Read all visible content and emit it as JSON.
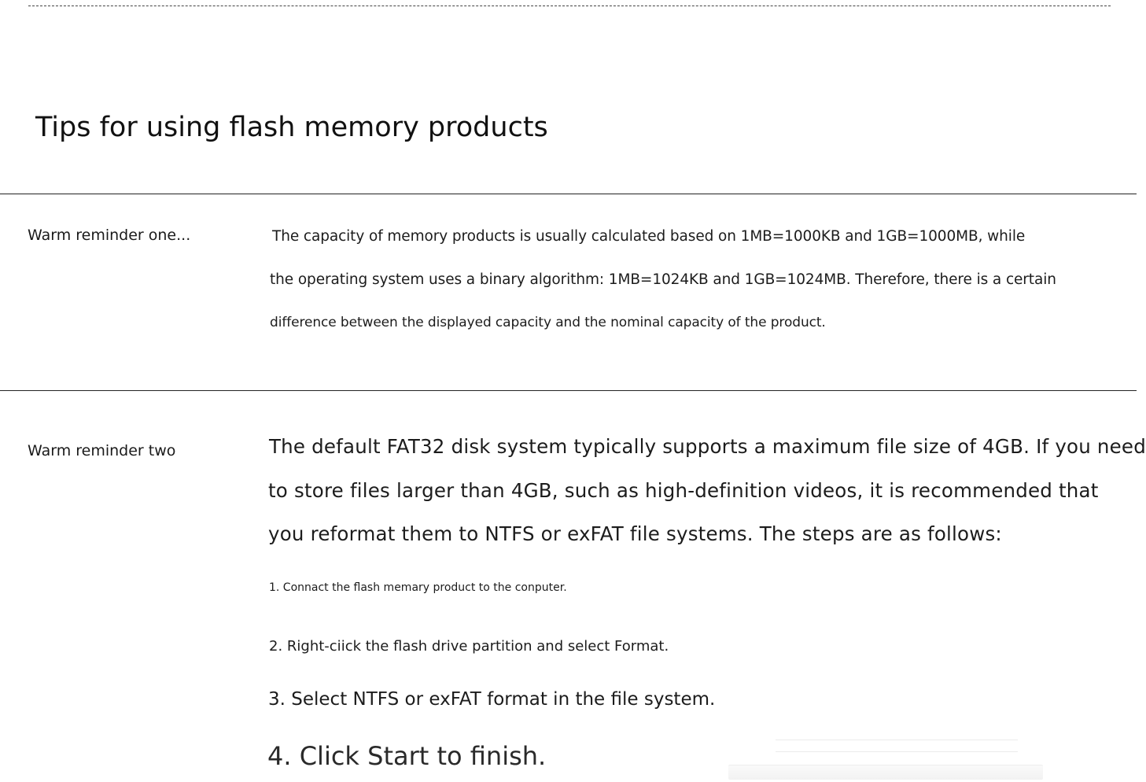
{
  "page": {
    "title": "Tips for using flash memory products"
  },
  "reminders": [
    {
      "label": "Warm reminder one...",
      "lines": [
        "The capacity of memory products is usually calculated based on 1MB=1000KB and 1GB=1000MB, while",
        "the operating system uses a binary algorithm: 1MB=1024KB and 1GB=1024MB. Therefore, there is a certain",
        "difference between the displayed capacity and the nominal capacity of the product."
      ]
    },
    {
      "label": "Warm reminder two",
      "lines": [
        "The default FAT32 disk system typically supports a maximum file size of 4GB. If you need",
        "to store files larger than 4GB, such as high-definition videos, it is recommended that",
        "you reformat them to NTFS or exFAT file systems. The steps are as follows:"
      ],
      "steps": [
        "1. Connact the flash memary product to the conputer.",
        "2. Right-ciick the flash drive partition and select Format.",
        "3. Select NTFS or exFAT format in the file system.",
        "4. Click Start to finish."
      ]
    }
  ]
}
